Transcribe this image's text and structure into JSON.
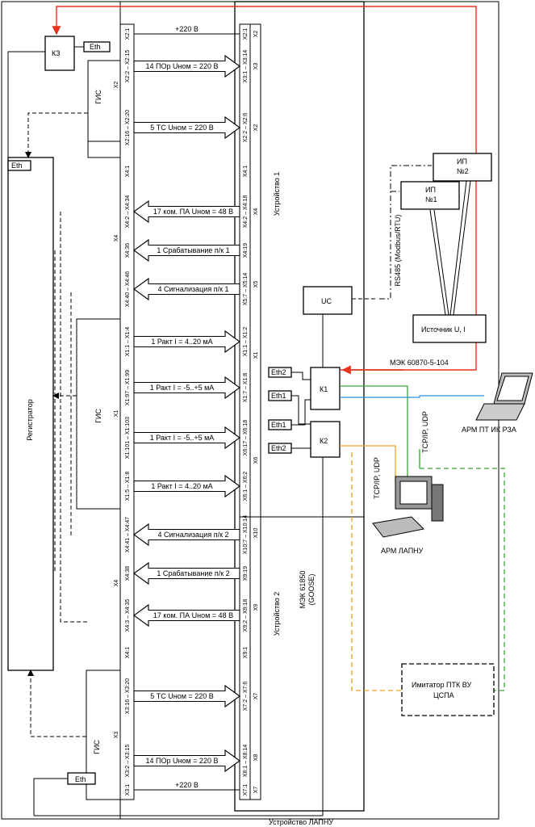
{
  "colors": {
    "red_link": "#e8321e",
    "green_link": "#3aa63a",
    "blue_link": "#2a8fd6",
    "orange_link": "#f0a020",
    "green_dash": "#3aa63a"
  },
  "labels": {
    "kz": "КЗ",
    "eth": "Eth",
    "eth1": "Eth1",
    "eth2": "Eth2",
    "gis": "ГИС",
    "registrator": "Регистратор",
    "device1": "Устройство 1",
    "device2": "Устройство 2",
    "uc": "UC",
    "k1": "К1",
    "k2": "К2",
    "ip1_line1": "ИП",
    "ip1_line2": "№1",
    "ip2_line1": "ИП",
    "ip2_line2": "№2",
    "source": "Источник U, I",
    "rs485": "RS485 (Modbus/RTU)",
    "iec104": "МЭК 60870-5-104",
    "iec61850_line1": "МЭК 61850",
    "iec61850_line2": "(GOOSE)",
    "tcp_ip_udp": "TCP/IP, UDP",
    "arm_pt": "АРМ ПТ ИК РЗА",
    "arm_lapnu": "АРМ ЛАПНУ",
    "imitator_line1": "Имитатор ПТК ВУ",
    "imitator_line2": "ЦСПА",
    "lapnu_device": "Устройство ЛАПНУ",
    "x1": "X1",
    "x2": "X2",
    "x3": "X3",
    "x4": "X4"
  },
  "signals": [
    {
      "label": "+220 В",
      "left": "X2:1",
      "right": "X2:1"
    },
    {
      "label": "14 ПОр Uном = 220 В",
      "left": "X2:2 – X2:15",
      "right": "X3:1 – X3:14"
    },
    {
      "label": "5 ТС Uном = 220 В",
      "left": "X2:16 – X2:20",
      "right": "X2:2 – X2:6"
    },
    {
      "label": "17 ком. ПА Uном = 48 В",
      "left": "X4:2 – X4:34",
      "right": "X4:2 – X4:18"
    },
    {
      "label": "1 Срабатывание п/к 1",
      "left": "X4:36",
      "right": "X4:19"
    },
    {
      "label": "4 Сигнализация п/к 1",
      "left": "X4:40 – X4:46",
      "right": "X5:7 – X5:14"
    },
    {
      "label": "1 Ракт I = 4..20 мА",
      "left": "X1:1 – X1:4",
      "right": "X1:1 – X1:2"
    },
    {
      "label": "1 Ракт I = -5..+5 мА",
      "left": "X1:97 – X1:99",
      "right": "X1:7 – X1:8"
    },
    {
      "label": "1 Ракт I = -5..+5 мА",
      "left": "X1:101 – X1:103",
      "right": "X6:17 – X6:18"
    },
    {
      "label": "1 Ракт I = 4..20 мА",
      "left": "X1:5 – X1:8",
      "right": "X6:1 – X6:2"
    },
    {
      "label": "4 Сигнализация п/к 2",
      "left": "X4:41 – X4:47",
      "right": "X10:7 – X10:14"
    },
    {
      "label": "1 Срабатывание п/к 2",
      "left": "X4:38",
      "right": "X9:19"
    },
    {
      "label": "17 ком. ПА Uном = 48 В",
      "left": "X4:3 – X4:35",
      "right": "X9:2 – X9:18"
    },
    {
      "label": "5 ТС Uном = 220 В",
      "left": "X3:16 – X3:20",
      "right": "X7:2 – X7:6"
    },
    {
      "label": "14 ПОр Uном = 220 В",
      "left": "X3:2 – X3:15",
      "right": "X8:1 – X8:14"
    },
    {
      "label": "+220 В",
      "left": "X3:1",
      "right": "X7:1"
    }
  ],
  "left_extra": [
    "X4:1",
    "X4:1"
  ],
  "right_extra": [
    "X2",
    "X3",
    "X2",
    "X4:1",
    "X4",
    "X5",
    "X1",
    "X6",
    "X10",
    "X9",
    "X9:1",
    "X7",
    "X8",
    "X7"
  ]
}
